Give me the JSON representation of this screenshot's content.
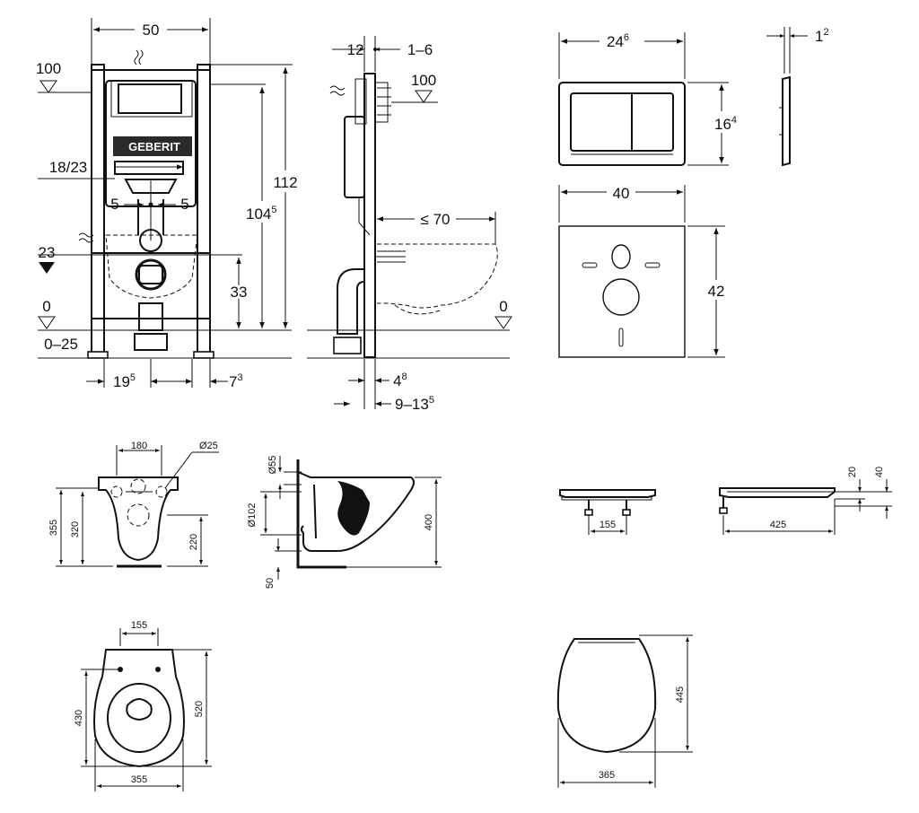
{
  "frame": {
    "width": "50",
    "level_100": "100",
    "level_0": "0",
    "floor_range": "0–25",
    "buttons_height": "18/23",
    "spacing_5_left": "5",
    "spacing_5_right": "5",
    "outlet_23": "23",
    "outlet_height": "33",
    "height_1045": "104",
    "height_1045_sup": "5",
    "height_112": "112",
    "bottom_left": "19",
    "bottom_left_sup": "5",
    "bottom_right": "7",
    "bottom_right_sup": "3",
    "brand": "GEBERIT"
  },
  "side": {
    "depth_12": "12",
    "depth_1_6": "1–6",
    "level_100": "100",
    "reach": "≤ 70",
    "level_0": "0",
    "dim_48": "4",
    "dim_48_sup": "8",
    "dim_9_135": "9–13",
    "dim_9_135_sup": "5"
  },
  "plate": {
    "width": "24",
    "width_sup": "6",
    "height": "16",
    "height_sup": "4",
    "thickness": "1",
    "thickness_sup": "2"
  },
  "mat": {
    "width": "40",
    "height": "42"
  },
  "bowl_front": {
    "top_spacing": "180",
    "hole_dia": "Ø25",
    "h355": "355",
    "h320": "320",
    "h220": "220"
  },
  "bowl_side": {
    "d55": "Ø55",
    "d102": "Ø102",
    "h50": "50",
    "h400": "400"
  },
  "seat_hinges": {
    "spacing": "155",
    "length": "425",
    "t20": "20",
    "t40": "40"
  },
  "bowl_top": {
    "hole_spacing": "155",
    "h430": "430",
    "h520": "520",
    "width": "355"
  },
  "seat_top": {
    "height": "445",
    "width": "365"
  }
}
